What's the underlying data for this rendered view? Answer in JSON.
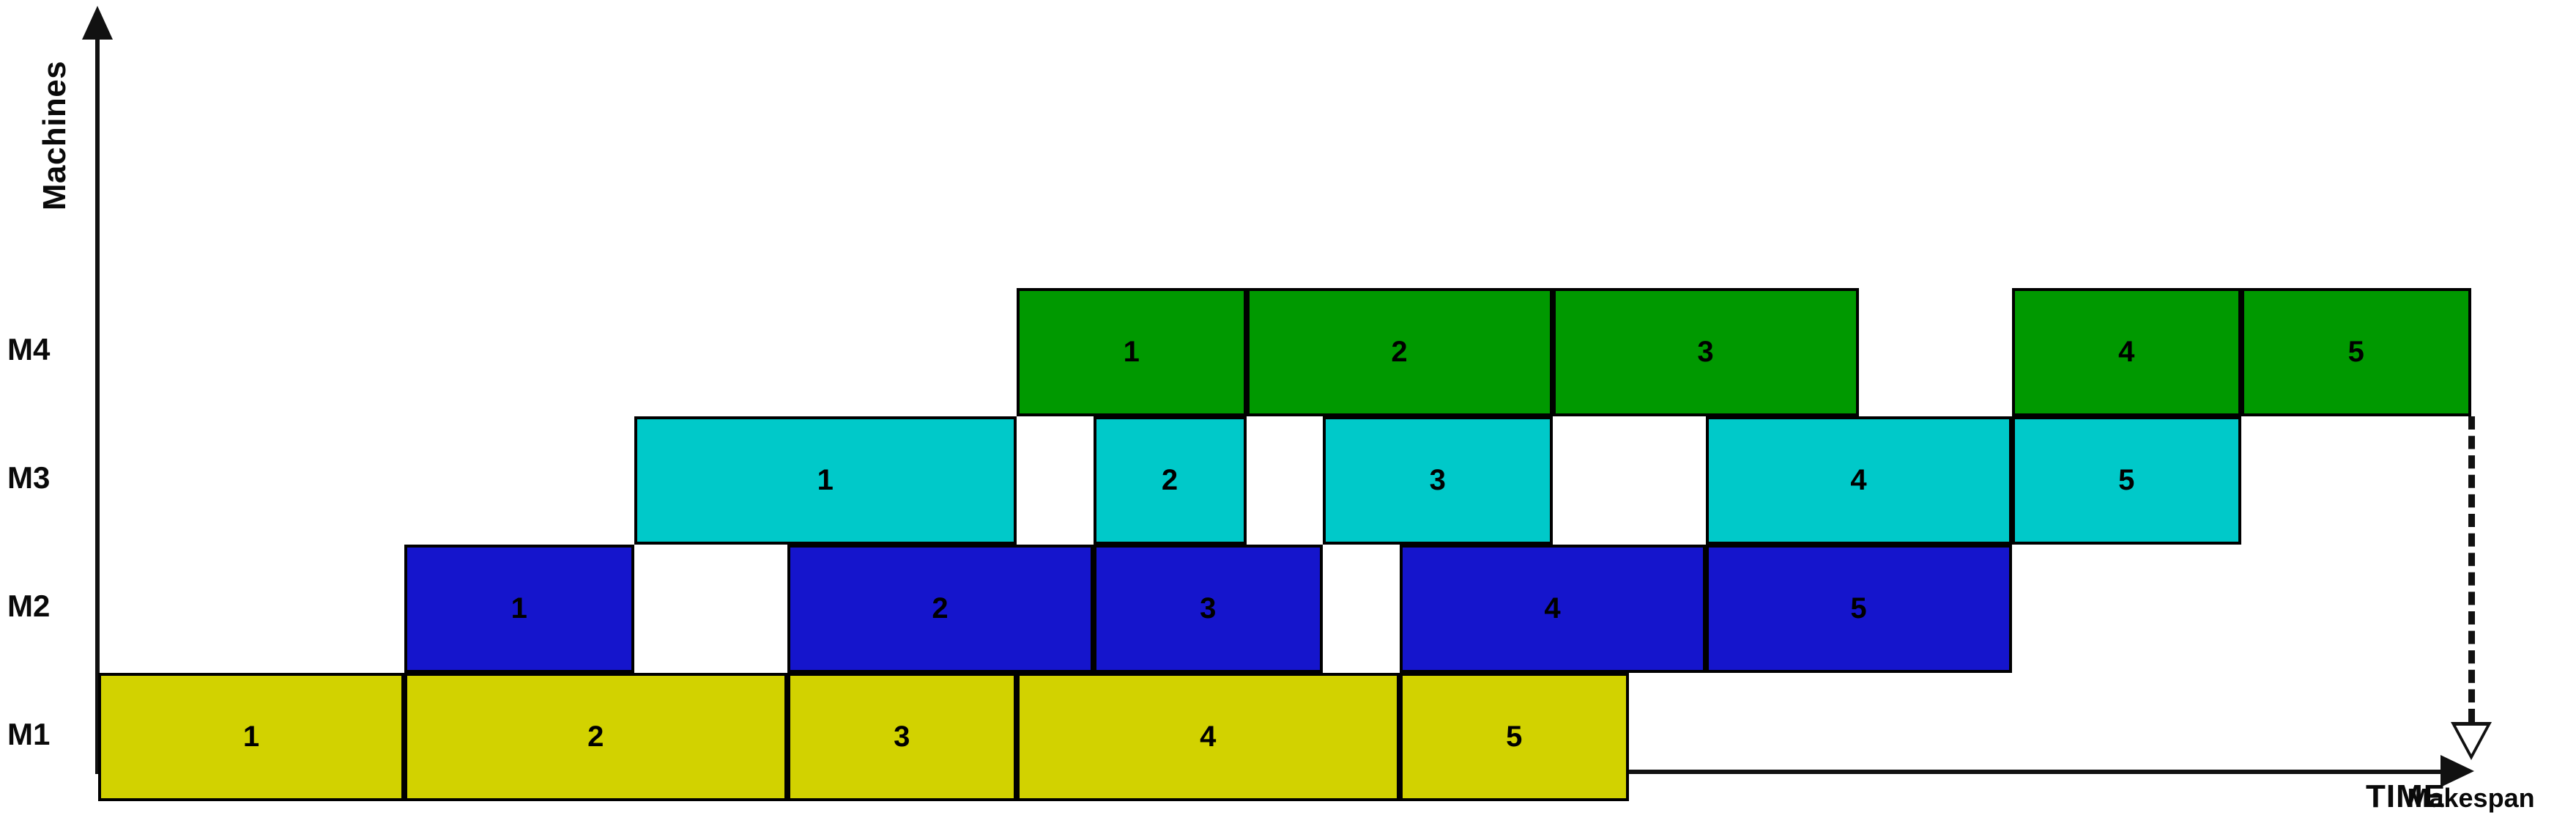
{
  "axes": {
    "y_title": "Machines",
    "x_title": "TIME",
    "y_arrow_icon": "arrow-up-icon",
    "x_arrow_icon": "arrow-right-icon"
  },
  "machines": [
    {
      "label": "M4",
      "color": "#009900"
    },
    {
      "label": "M3",
      "color": "#00c9c9"
    },
    {
      "label": "M2",
      "color": "#1515cc"
    },
    {
      "label": "M1",
      "color": "#d2d200"
    }
  ],
  "makespan": {
    "label": "Makespan",
    "arrow_icon": "makespan-arrow-icon"
  },
  "chart_data": {
    "type": "bar",
    "title": "",
    "subtitle": "",
    "xlabel": "TIME",
    "ylabel": "Machines",
    "grid": false,
    "legend": "none",
    "orientation": "horizontal-gantt",
    "categories": [
      "M1",
      "M2",
      "M3",
      "M4"
    ],
    "job_labels": [
      "1",
      "2",
      "3",
      "4",
      "5"
    ],
    "colors": {
      "M1": "#d2d200",
      "M2": "#1515cc",
      "M3": "#00c9c9",
      "M4": "#009900"
    },
    "xlim": [
      0,
      34
    ],
    "makespan": 31,
    "series": [
      {
        "name": "M1",
        "color": "#d2d200",
        "tasks": [
          {
            "job": "1",
            "start": 0,
            "end": 4
          },
          {
            "job": "2",
            "start": 4,
            "end": 9
          },
          {
            "job": "3",
            "start": 9,
            "end": 12
          },
          {
            "job": "4",
            "start": 12,
            "end": 17
          },
          {
            "job": "5",
            "start": 17,
            "end": 20
          }
        ]
      },
      {
        "name": "M2",
        "color": "#1515cc",
        "tasks": [
          {
            "job": "1",
            "start": 4,
            "end": 7
          },
          {
            "job": "2",
            "start": 9,
            "end": 13
          },
          {
            "job": "3",
            "start": 13,
            "end": 16
          },
          {
            "job": "4",
            "start": 17,
            "end": 21
          },
          {
            "job": "5",
            "start": 21,
            "end": 25
          }
        ]
      },
      {
        "name": "M3",
        "color": "#00c9c9",
        "tasks": [
          {
            "job": "1",
            "start": 7,
            "end": 12
          },
          {
            "job": "2",
            "start": 13,
            "end": 15
          },
          {
            "job": "3",
            "start": 16,
            "end": 19
          },
          {
            "job": "4",
            "start": 21,
            "end": 25
          },
          {
            "job": "5",
            "start": 25,
            "end": 28
          }
        ]
      },
      {
        "name": "M4",
        "color": "#009900",
        "tasks": [
          {
            "job": "1",
            "start": 12,
            "end": 15
          },
          {
            "job": "2",
            "start": 15,
            "end": 19
          },
          {
            "job": "3",
            "start": 19,
            "end": 23
          },
          {
            "job": "4",
            "start": 25,
            "end": 28
          },
          {
            "job": "5",
            "start": 28,
            "end": 31
          }
        ]
      }
    ]
  }
}
